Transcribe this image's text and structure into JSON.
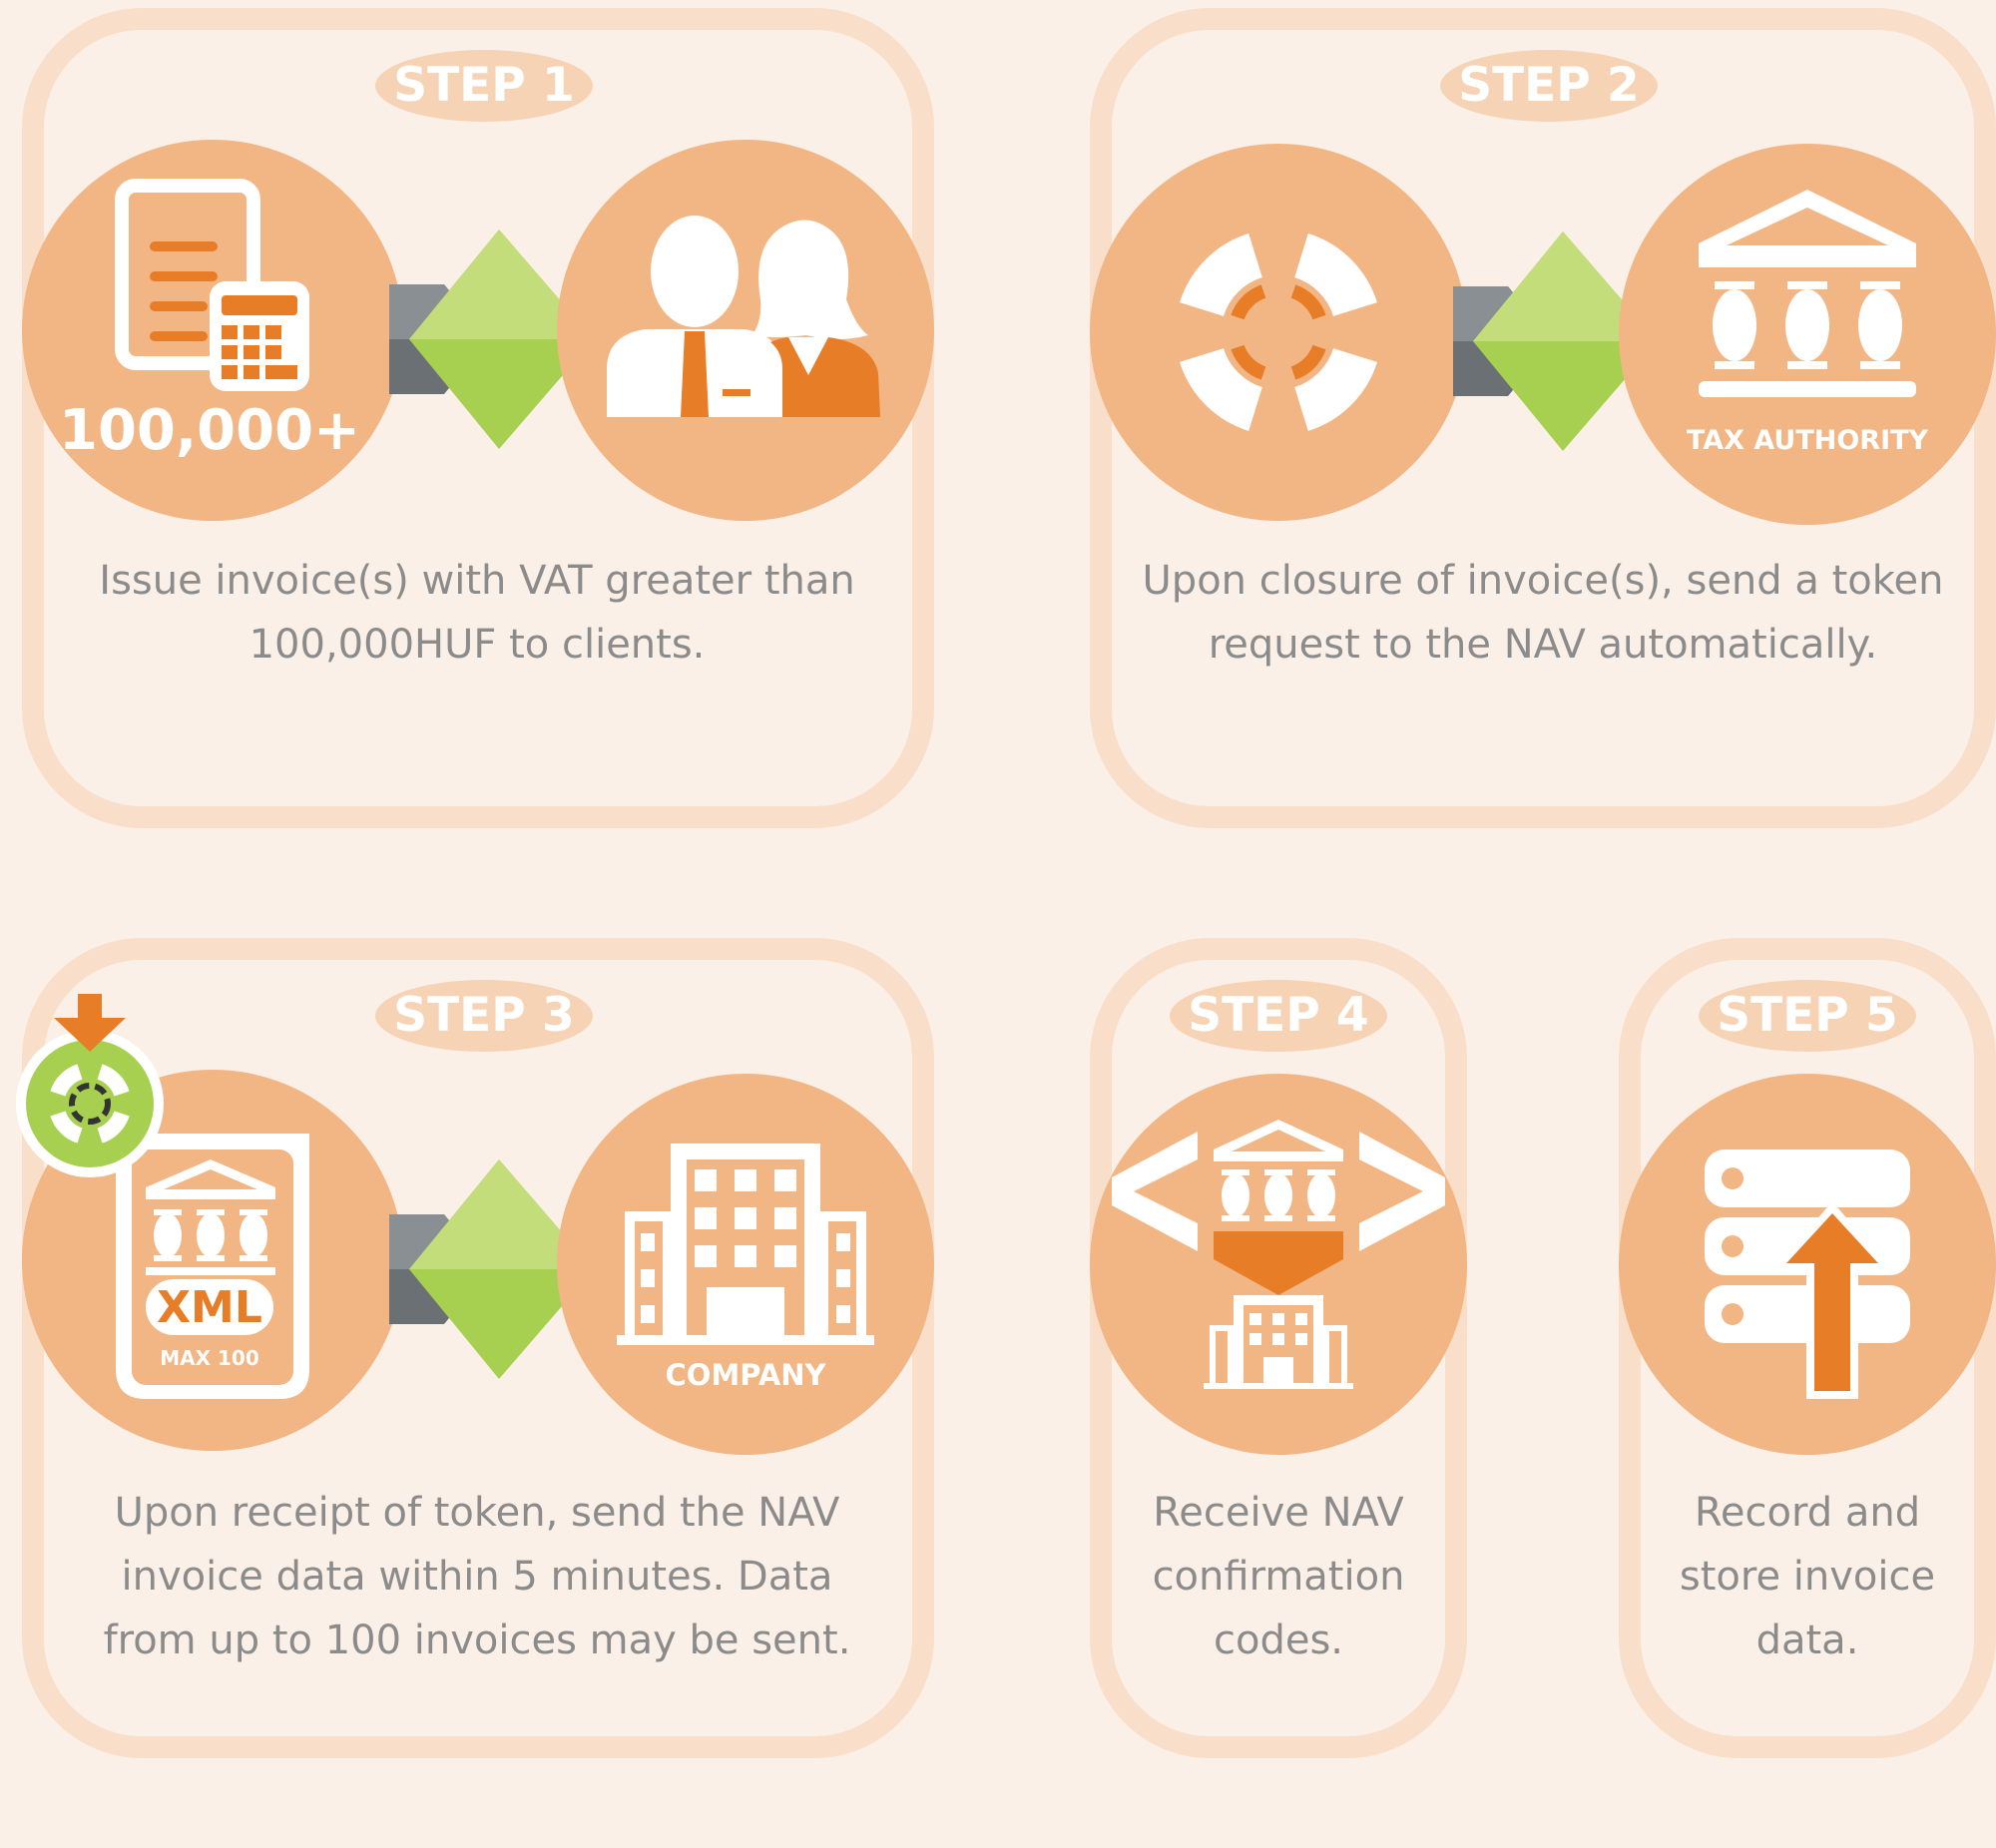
{
  "colors": {
    "background": "#fbf0e8",
    "card_border": "#f9dfc9",
    "pill": "#f7d3b5",
    "circle": "#f2b584",
    "accent_orange": "#e87d27",
    "arrow_green": "#a8d050",
    "arrow_gray": "#6b7075",
    "text": "#8b8b8b"
  },
  "steps": [
    {
      "pill": "STEP 1",
      "icon_left": "invoice-calculator-icon",
      "icon_left_label": "100,000+",
      "icon_right": "clients-icon",
      "desc_lines": [
        "Issue invoice(s) with VAT greater than",
        "100,000HUF to clients."
      ]
    },
    {
      "pill": "STEP 2",
      "icon_left": "token-lifebuoy-icon",
      "icon_right": "tax-authority-icon",
      "icon_right_label": "TAX AUTHORITY",
      "desc_lines": [
        "Upon closure of invoice(s), send a token",
        "request to the NAV automatically."
      ]
    },
    {
      "pill": "STEP 3",
      "icon_left": "xml-document-icon",
      "icon_left_label": "XML",
      "icon_left_sublabel": "MAX 100",
      "icon_right": "company-building-icon",
      "icon_right_label": "COMPANY",
      "desc_lines": [
        "Upon receipt of token, send the NAV",
        "invoice data within 5 minutes. Data",
        "from up to 100 invoices may be sent."
      ]
    },
    {
      "pill": "STEP 4",
      "icon": "confirmation-exchange-icon",
      "desc_lines": [
        "Receive NAV",
        "confirmation",
        "codes."
      ]
    },
    {
      "pill": "STEP 5",
      "icon": "server-upload-icon",
      "desc_lines": [
        "Record and",
        "store invoice",
        "data."
      ]
    }
  ]
}
